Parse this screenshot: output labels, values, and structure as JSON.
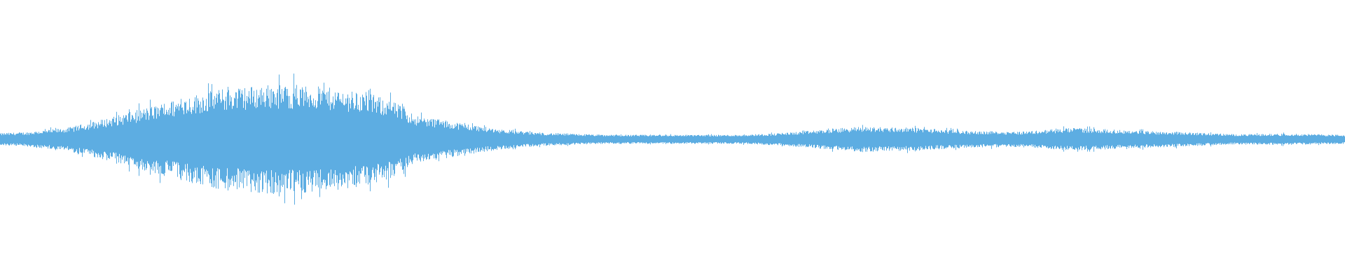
{
  "waveform": {
    "color": "#5dade2",
    "background": "#ffffff",
    "amplitude_envelope": [
      {
        "t": 0.0,
        "a": 0.1
      },
      {
        "t": 0.02,
        "a": 0.12
      },
      {
        "t": 0.05,
        "a": 0.2
      },
      {
        "t": 0.08,
        "a": 0.38
      },
      {
        "t": 0.11,
        "a": 0.58
      },
      {
        "t": 0.14,
        "a": 0.78
      },
      {
        "t": 0.16,
        "a": 0.9
      },
      {
        "t": 0.2,
        "a": 1.0
      },
      {
        "t": 0.24,
        "a": 0.95
      },
      {
        "t": 0.27,
        "a": 0.85
      },
      {
        "t": 0.29,
        "a": 0.72
      },
      {
        "t": 0.31,
        "a": 0.42
      },
      {
        "t": 0.34,
        "a": 0.3
      },
      {
        "t": 0.37,
        "a": 0.18
      },
      {
        "t": 0.4,
        "a": 0.11
      },
      {
        "t": 0.45,
        "a": 0.07
      },
      {
        "t": 0.55,
        "a": 0.07
      },
      {
        "t": 0.58,
        "a": 0.1
      },
      {
        "t": 0.6,
        "a": 0.14
      },
      {
        "t": 0.62,
        "a": 0.18
      },
      {
        "t": 0.64,
        "a": 0.22
      },
      {
        "t": 0.68,
        "a": 0.2
      },
      {
        "t": 0.72,
        "a": 0.14
      },
      {
        "t": 0.76,
        "a": 0.13
      },
      {
        "t": 0.8,
        "a": 0.2
      },
      {
        "t": 0.84,
        "a": 0.15
      },
      {
        "t": 0.88,
        "a": 0.12
      },
      {
        "t": 0.92,
        "a": 0.08
      },
      {
        "t": 0.96,
        "a": 0.09
      },
      {
        "t": 1.0,
        "a": 0.07
      }
    ]
  }
}
